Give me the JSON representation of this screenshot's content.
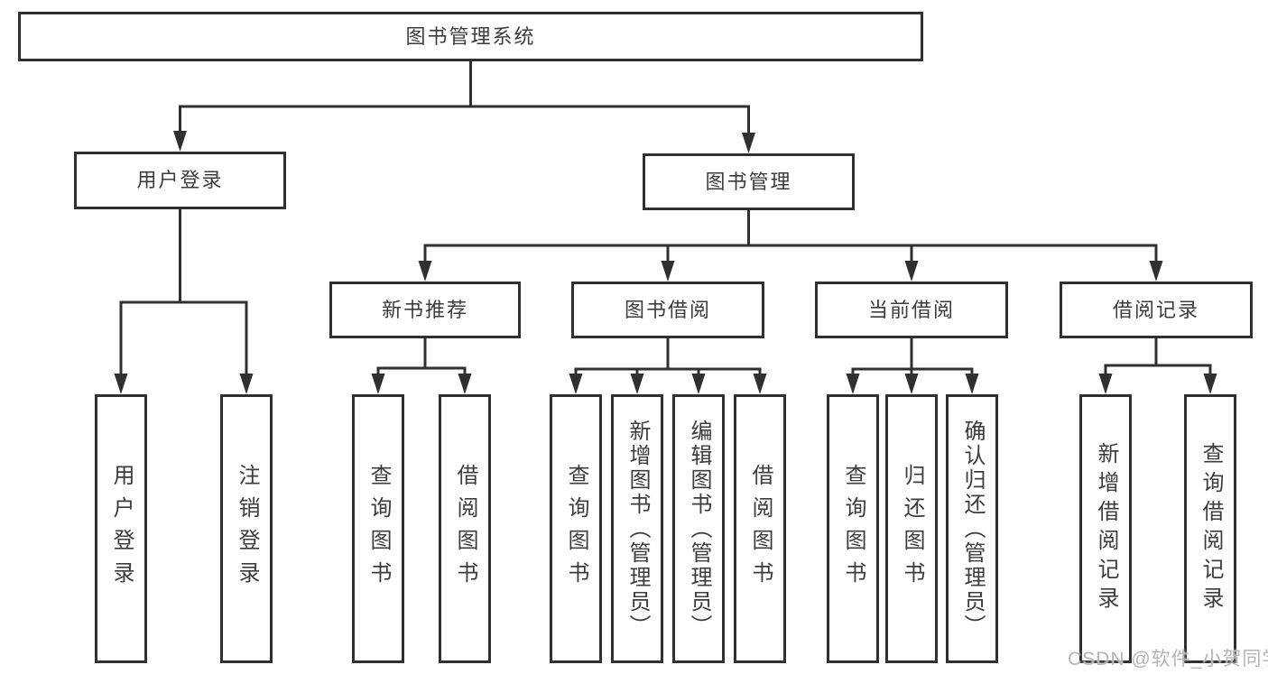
{
  "diagram": {
    "root": "图书管理系统",
    "level1": [
      "用户登录",
      "图书管理"
    ],
    "level2": [
      "新书推荐",
      "图书借阅",
      "当前借阅",
      "借阅记录"
    ],
    "leaves_user_login": [
      "用户登录",
      "注销登录"
    ],
    "leaves_new_books": [
      "查询图书",
      "借阅图书"
    ],
    "leaves_book_borrow": [
      "查询图书",
      "新增图书（管理员）",
      "编辑图书（管理员）",
      "借阅图书"
    ],
    "leaves_current_borrow": [
      "查询图书",
      "归还图书",
      "确认归还（管理员）"
    ],
    "leaves_borrow_records": [
      "新增借阅记录",
      "查询借阅记录"
    ]
  },
  "watermark": "CSDN @软件_小贺同学",
  "colors": {
    "line": "#303030",
    "text": "#3c3c3c",
    "box_background": "#ffffff",
    "watermark": "#b4b4b4"
  }
}
